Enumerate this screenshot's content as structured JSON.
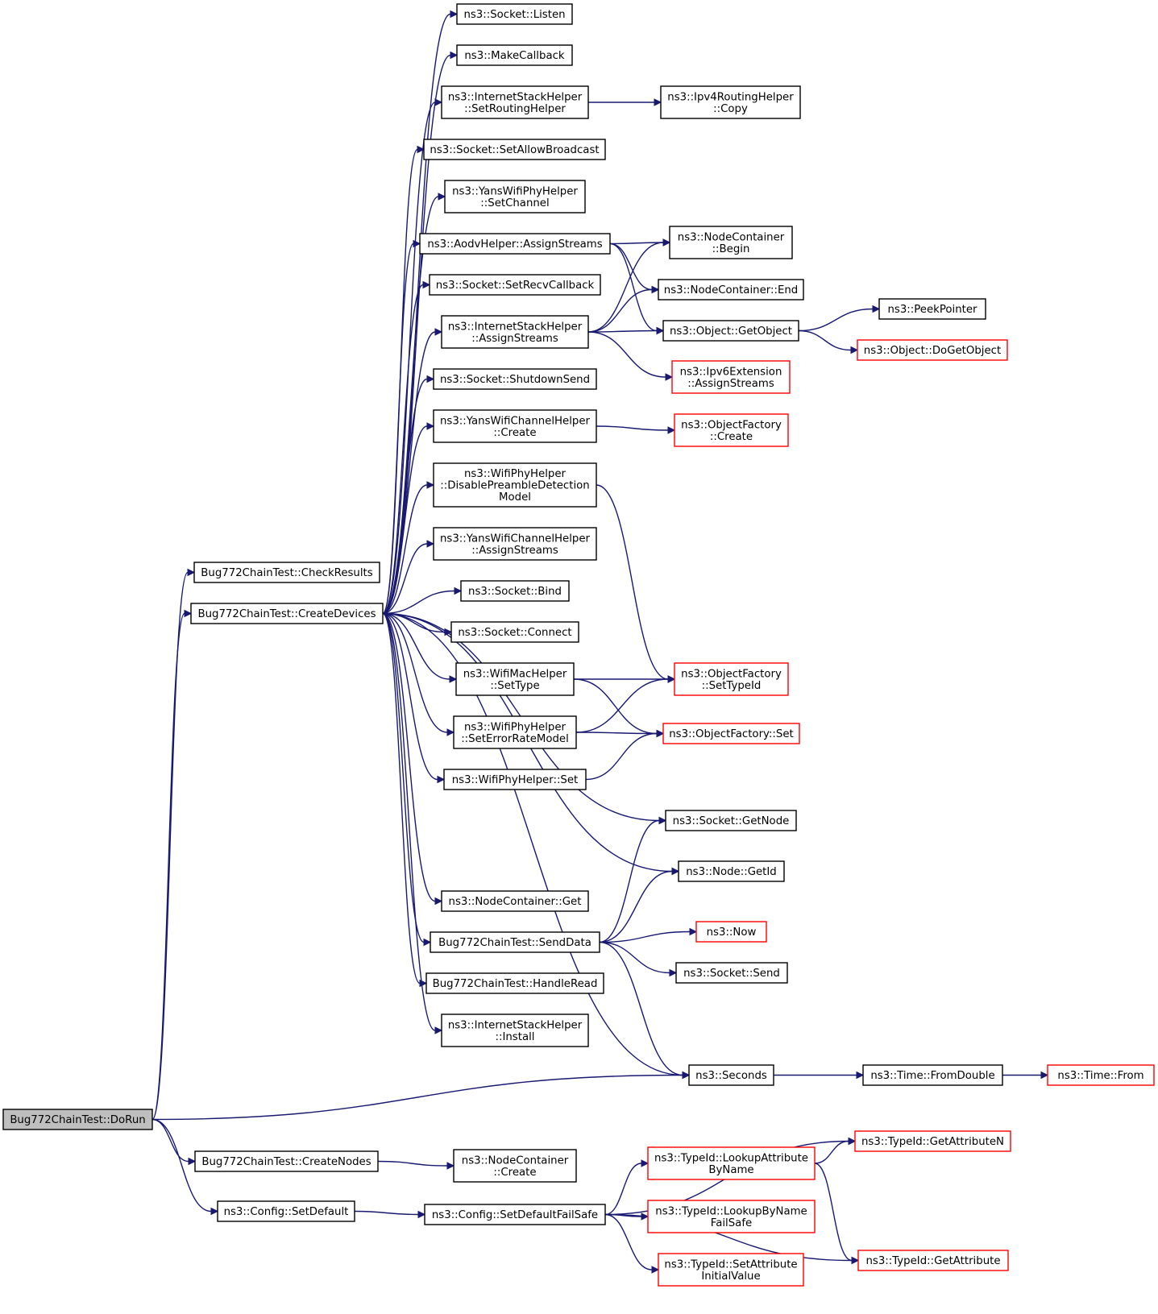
{
  "diagram": {
    "type": "call-graph",
    "colors": {
      "edge": "#191970",
      "node_border": "#000000",
      "node_border_external": "#ff0000",
      "root_fill": "#bfbfbf"
    },
    "nodes": [
      {
        "id": "doRun",
        "lines": [
          "Bug772ChainTest::DoRun"
        ],
        "style": "root"
      },
      {
        "id": "checkResults",
        "lines": [
          "Bug772ChainTest::CheckResults"
        ],
        "style": "normal"
      },
      {
        "id": "createDevices",
        "lines": [
          "Bug772ChainTest::CreateDevices"
        ],
        "style": "normal"
      },
      {
        "id": "createNodes",
        "lines": [
          "Bug772ChainTest::CreateNodes"
        ],
        "style": "normal"
      },
      {
        "id": "configSetDefault",
        "lines": [
          "ns3::Config::SetDefault"
        ],
        "style": "normal"
      },
      {
        "id": "socketListen",
        "lines": [
          "ns3::Socket::Listen"
        ],
        "style": "normal"
      },
      {
        "id": "makeCallback",
        "lines": [
          "ns3::MakeCallback"
        ],
        "style": "normal"
      },
      {
        "id": "ishSetRouting",
        "lines": [
          "ns3::InternetStackHelper",
          "::SetRoutingHelper"
        ],
        "style": "normal"
      },
      {
        "id": "socketAllowBcast",
        "lines": [
          "ns3::Socket::SetAllowBroadcast"
        ],
        "style": "normal"
      },
      {
        "id": "yansPhySetChannel",
        "lines": [
          "ns3::YansWifiPhyHelper",
          "::SetChannel"
        ],
        "style": "normal"
      },
      {
        "id": "aodvAssign",
        "lines": [
          "ns3::AodvHelper::AssignStreams"
        ],
        "style": "normal"
      },
      {
        "id": "socketRecvCb",
        "lines": [
          "ns3::Socket::SetRecvCallback"
        ],
        "style": "normal"
      },
      {
        "id": "ishAssign",
        "lines": [
          "ns3::InternetStackHelper",
          "::AssignStreams"
        ],
        "style": "normal"
      },
      {
        "id": "socketShutdown",
        "lines": [
          "ns3::Socket::ShutdownSend"
        ],
        "style": "normal"
      },
      {
        "id": "yansChanCreate",
        "lines": [
          "ns3::YansWifiChannelHelper",
          "::Create"
        ],
        "style": "normal"
      },
      {
        "id": "wifiPhyDisable",
        "lines": [
          "ns3::WifiPhyHelper",
          "::DisablePreambleDetection",
          "Model"
        ],
        "style": "normal"
      },
      {
        "id": "yansChanAssign",
        "lines": [
          "ns3::YansWifiChannelHelper",
          "::AssignStreams"
        ],
        "style": "normal"
      },
      {
        "id": "socketBind",
        "lines": [
          "ns3::Socket::Bind"
        ],
        "style": "normal"
      },
      {
        "id": "socketConnect",
        "lines": [
          "ns3::Socket::Connect"
        ],
        "style": "normal"
      },
      {
        "id": "wifiMacSetType",
        "lines": [
          "ns3::WifiMacHelper",
          "::SetType"
        ],
        "style": "normal"
      },
      {
        "id": "wifiPhySetErr",
        "lines": [
          "ns3::WifiPhyHelper",
          "::SetErrorRateModel"
        ],
        "style": "normal"
      },
      {
        "id": "wifiPhySet",
        "lines": [
          "ns3::WifiPhyHelper::Set"
        ],
        "style": "normal"
      },
      {
        "id": "ncGet",
        "lines": [
          "ns3::NodeContainer::Get"
        ],
        "style": "normal"
      },
      {
        "id": "sendData",
        "lines": [
          "Bug772ChainTest::SendData"
        ],
        "style": "normal"
      },
      {
        "id": "handleRead",
        "lines": [
          "Bug772ChainTest::HandleRead"
        ],
        "style": "normal"
      },
      {
        "id": "ishInstall",
        "lines": [
          "ns3::InternetStackHelper",
          "::Install"
        ],
        "style": "normal"
      },
      {
        "id": "ncCreate",
        "lines": [
          "ns3::NodeContainer",
          "::Create"
        ],
        "style": "normal"
      },
      {
        "id": "configFailSafe",
        "lines": [
          "ns3::Config::SetDefaultFailSafe"
        ],
        "style": "normal"
      },
      {
        "id": "ipv4RoutingCopy",
        "lines": [
          "ns3::Ipv4RoutingHelper",
          "::Copy"
        ],
        "style": "normal"
      },
      {
        "id": "ncBegin",
        "lines": [
          "ns3::NodeContainer",
          "::Begin"
        ],
        "style": "normal"
      },
      {
        "id": "ncEnd",
        "lines": [
          "ns3::NodeContainer::End"
        ],
        "style": "normal"
      },
      {
        "id": "objGetObject",
        "lines": [
          "ns3::Object::GetObject"
        ],
        "style": "normal"
      },
      {
        "id": "ipv6ExtAssign",
        "lines": [
          "ns3::Ipv6Extension",
          "::AssignStreams"
        ],
        "style": "external"
      },
      {
        "id": "ofCreate",
        "lines": [
          "ns3::ObjectFactory",
          "::Create"
        ],
        "style": "external"
      },
      {
        "id": "ofSetTypeId",
        "lines": [
          "ns3::ObjectFactory",
          "::SetTypeId"
        ],
        "style": "external"
      },
      {
        "id": "ofSet",
        "lines": [
          "ns3::ObjectFactory::Set"
        ],
        "style": "external"
      },
      {
        "id": "socketGetNode",
        "lines": [
          "ns3::Socket::GetNode"
        ],
        "style": "normal"
      },
      {
        "id": "nodeGetId",
        "lines": [
          "ns3::Node::GetId"
        ],
        "style": "normal"
      },
      {
        "id": "now",
        "lines": [
          "ns3::Now"
        ],
        "style": "external"
      },
      {
        "id": "socketSend",
        "lines": [
          "ns3::Socket::Send"
        ],
        "style": "normal"
      },
      {
        "id": "seconds",
        "lines": [
          "ns3::Seconds"
        ],
        "style": "normal"
      },
      {
        "id": "lookupAttr",
        "lines": [
          "ns3::TypeId::LookupAttribute",
          "ByName"
        ],
        "style": "external"
      },
      {
        "id": "lookupByName",
        "lines": [
          "ns3::TypeId::LookupByName",
          "FailSafe"
        ],
        "style": "external"
      },
      {
        "id": "setAttrInit",
        "lines": [
          "ns3::TypeId::SetAttribute",
          "InitialValue"
        ],
        "style": "external"
      },
      {
        "id": "peekPointer",
        "lines": [
          "ns3::PeekPointer"
        ],
        "style": "normal"
      },
      {
        "id": "doGetObject",
        "lines": [
          "ns3::Object::DoGetObject"
        ],
        "style": "external"
      },
      {
        "id": "timeFromDouble",
        "lines": [
          "ns3::Time::FromDouble"
        ],
        "style": "normal"
      },
      {
        "id": "getAttributeN",
        "lines": [
          "ns3::TypeId::GetAttributeN"
        ],
        "style": "external"
      },
      {
        "id": "getAttribute",
        "lines": [
          "ns3::TypeId::GetAttribute"
        ],
        "style": "external"
      },
      {
        "id": "timeFrom",
        "lines": [
          "ns3::Time::From"
        ],
        "style": "external"
      }
    ],
    "edges": [
      [
        "doRun",
        "checkResults"
      ],
      [
        "doRun",
        "createDevices"
      ],
      [
        "doRun",
        "seconds"
      ],
      [
        "doRun",
        "createNodes"
      ],
      [
        "doRun",
        "configSetDefault"
      ],
      [
        "createDevices",
        "socketListen"
      ],
      [
        "createDevices",
        "makeCallback"
      ],
      [
        "createDevices",
        "ishSetRouting"
      ],
      [
        "createDevices",
        "socketAllowBcast"
      ],
      [
        "createDevices",
        "yansPhySetChannel"
      ],
      [
        "createDevices",
        "aodvAssign"
      ],
      [
        "createDevices",
        "socketRecvCb"
      ],
      [
        "createDevices",
        "ishAssign"
      ],
      [
        "createDevices",
        "socketShutdown"
      ],
      [
        "createDevices",
        "yansChanCreate"
      ],
      [
        "createDevices",
        "wifiPhyDisable"
      ],
      [
        "createDevices",
        "yansChanAssign"
      ],
      [
        "createDevices",
        "socketBind"
      ],
      [
        "createDevices",
        "socketConnect"
      ],
      [
        "createDevices",
        "wifiMacSetType"
      ],
      [
        "createDevices",
        "wifiPhySetErr"
      ],
      [
        "createDevices",
        "wifiPhySet"
      ],
      [
        "createDevices",
        "socketGetNode"
      ],
      [
        "createDevices",
        "nodeGetId"
      ],
      [
        "createDevices",
        "ncGet"
      ],
      [
        "createDevices",
        "sendData"
      ],
      [
        "createDevices",
        "handleRead"
      ],
      [
        "createDevices",
        "ishInstall"
      ],
      [
        "createDevices",
        "seconds"
      ],
      [
        "ishSetRouting",
        "ipv4RoutingCopy"
      ],
      [
        "aodvAssign",
        "ncBegin"
      ],
      [
        "aodvAssign",
        "ncEnd"
      ],
      [
        "aodvAssign",
        "objGetObject"
      ],
      [
        "ishAssign",
        "ncBegin"
      ],
      [
        "ishAssign",
        "ncEnd"
      ],
      [
        "ishAssign",
        "objGetObject"
      ],
      [
        "ishAssign",
        "ipv6ExtAssign"
      ],
      [
        "objGetObject",
        "peekPointer"
      ],
      [
        "objGetObject",
        "doGetObject"
      ],
      [
        "yansChanCreate",
        "ofCreate"
      ],
      [
        "wifiPhyDisable",
        "ofSetTypeId"
      ],
      [
        "wifiMacSetType",
        "ofSetTypeId"
      ],
      [
        "wifiMacSetType",
        "ofSet"
      ],
      [
        "wifiPhySetErr",
        "ofSetTypeId"
      ],
      [
        "wifiPhySetErr",
        "ofSet"
      ],
      [
        "wifiPhySet",
        "ofSet"
      ],
      [
        "sendData",
        "socketGetNode"
      ],
      [
        "sendData",
        "nodeGetId"
      ],
      [
        "sendData",
        "now"
      ],
      [
        "sendData",
        "socketSend"
      ],
      [
        "sendData",
        "seconds"
      ],
      [
        "seconds",
        "timeFromDouble"
      ],
      [
        "timeFromDouble",
        "timeFrom"
      ],
      [
        "createNodes",
        "ncCreate"
      ],
      [
        "configSetDefault",
        "configFailSafe"
      ],
      [
        "configFailSafe",
        "getAttributeN"
      ],
      [
        "configFailSafe",
        "lookupAttr"
      ],
      [
        "configFailSafe",
        "lookupByName"
      ],
      [
        "configFailSafe",
        "setAttrInit"
      ],
      [
        "configFailSafe",
        "getAttribute"
      ],
      [
        "lookupAttr",
        "getAttributeN"
      ],
      [
        "lookupAttr",
        "getAttribute"
      ]
    ]
  }
}
